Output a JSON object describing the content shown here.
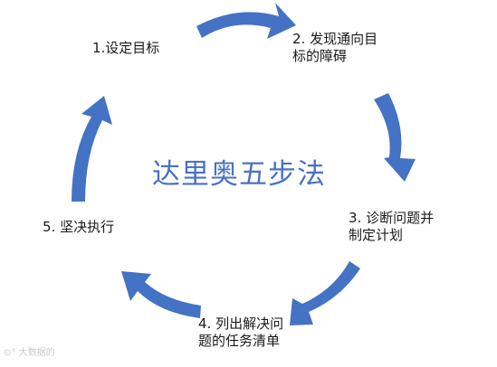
{
  "title": "达里奥五步法",
  "steps": [
    "1.设定目标",
    "2. 发现通向目\n标的障碍",
    "3. 诊断问题并\n制定计划",
    "4. 列出解决问\n题的任务清单",
    "5. 坚决执行"
  ],
  "watermark": "大数据的",
  "colors": {
    "arrow": "#4472c4",
    "title": "#4a72c4",
    "text": "#1a1a1a"
  }
}
